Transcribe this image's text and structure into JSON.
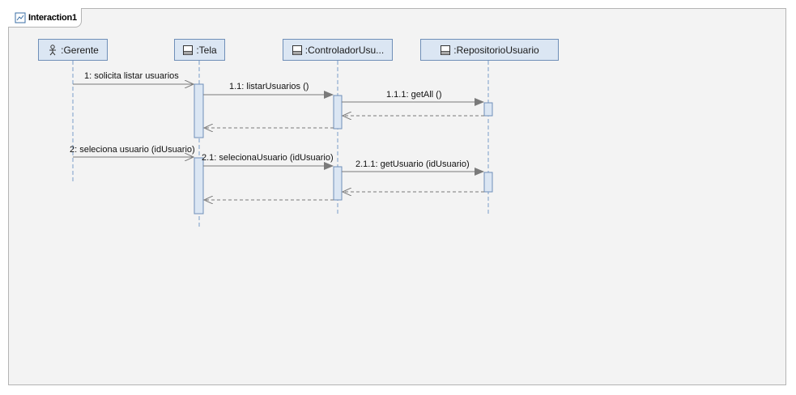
{
  "interaction": {
    "title": "Interaction1"
  },
  "lifelines": [
    {
      "id": "gerente",
      "label": ":Gerente",
      "icon": "actor-icon"
    },
    {
      "id": "tela",
      "label": ":Tela",
      "icon": "class-icon"
    },
    {
      "id": "controlador",
      "label": ":ControladorUsu...",
      "icon": "class-icon"
    },
    {
      "id": "repositorio",
      "label": ":RepositorioUsuario",
      "icon": "class-icon"
    }
  ],
  "messages": [
    {
      "id": "m1",
      "label": "1: solicita listar usuarios"
    },
    {
      "id": "m1_1",
      "label": "1.1: listarUsuarios ()"
    },
    {
      "id": "m1_1_1",
      "label": "1.1.1: getAll ()"
    },
    {
      "id": "m2",
      "label": "2: seleciona usuario (idUsuario)"
    },
    {
      "id": "m2_1",
      "label": "2.1: selecionaUsuario (idUsuario)"
    },
    {
      "id": "m2_1_1",
      "label": "2.1.1: getUsuario (idUsuario)"
    }
  ],
  "colors": {
    "frame_bg": "#f3f3f3",
    "head_fill": "#dbe6f3",
    "head_border": "#6f8fb8",
    "lifeline": "#7a9cc8",
    "arrow": "#7a7a7a"
  }
}
